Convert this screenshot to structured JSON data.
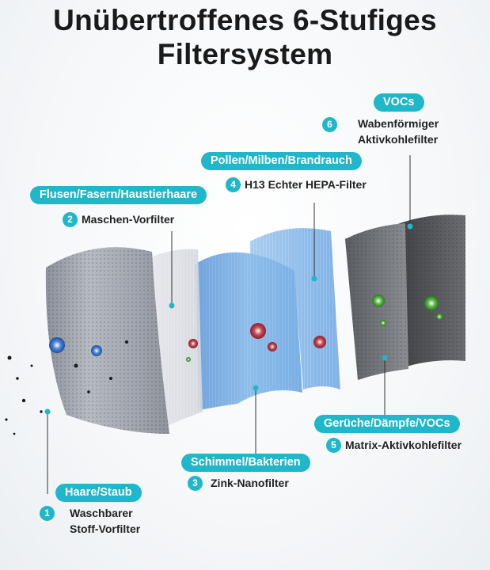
{
  "title": {
    "line1": "Unübertroffenes 6-Stufiges",
    "line2": "Filtersystem"
  },
  "accent_color": "#1fb7c9",
  "stages": [
    {
      "number": "1",
      "tag": "Haare/Staub",
      "name_line1": "Waschbarer",
      "name_line2": "Stoff-Vorfilter",
      "icon": "fabric-prefilter-icon"
    },
    {
      "number": "2",
      "tag": "Flusen/Fasern/Haustierhaare",
      "name": "Maschen-Vorfilter",
      "icon": "mesh-prefilter-icon"
    },
    {
      "number": "3",
      "tag": "Schimmel/Bakterien",
      "name": "Zink-Nanofilter",
      "icon": "zinc-nanofilter-icon"
    },
    {
      "number": "4",
      "tag": "Pollen/Milben/Brandrauch",
      "name": "H13 Echter HEPA-Filter",
      "icon": "hepa-filter-icon"
    },
    {
      "number": "5",
      "tag": "Gerüche/Dämpfe/VOCs",
      "name": "Matrix-Aktivkohlefilter",
      "icon": "matrix-carbon-filter-icon"
    },
    {
      "number": "6",
      "tag": "VOCs",
      "name_line1": "Wabenförmiger",
      "name_line2": "Aktivkohlefilter",
      "icon": "honeycomb-carbon-filter-icon"
    }
  ]
}
